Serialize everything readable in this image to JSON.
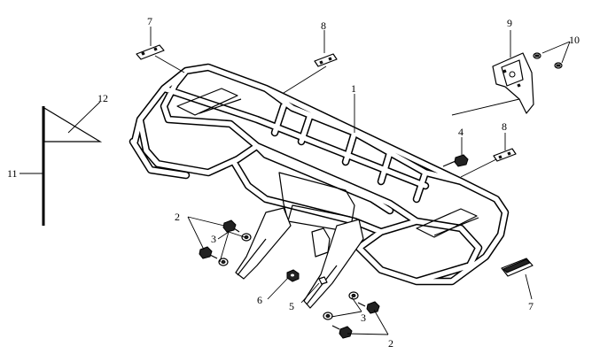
{
  "callouts": {
    "c1": "1",
    "c2a": "2",
    "c2b": "2",
    "c3a": "3",
    "c3b": "3",
    "c4": "4",
    "c5": "5",
    "c6": "6",
    "c7a": "7",
    "c7b": "7",
    "c8a": "8",
    "c8b": "8",
    "c9": "9",
    "c10": "10",
    "c11": "11",
    "c12": "12"
  }
}
